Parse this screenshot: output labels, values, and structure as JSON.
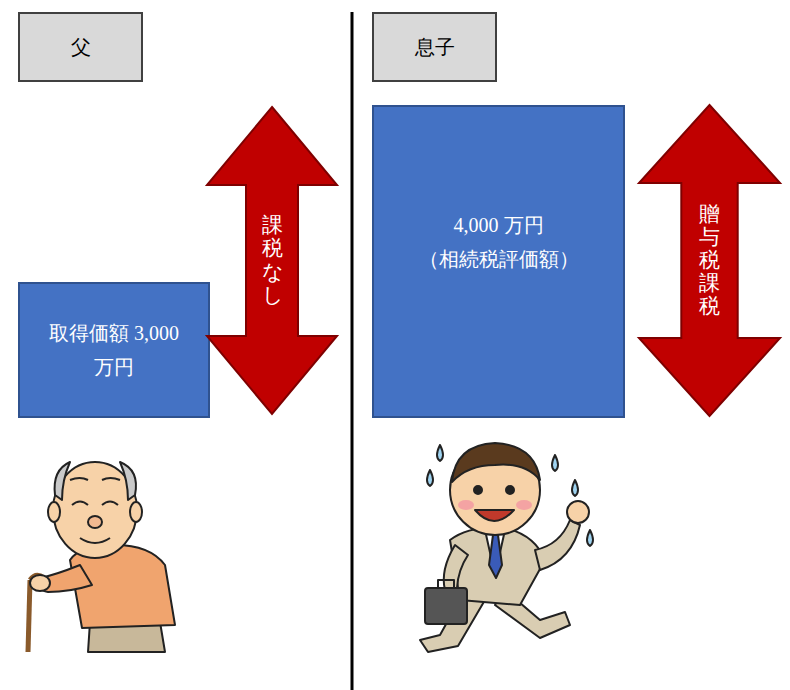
{
  "diagram": {
    "nodes": [
      {
        "text": [
          "父"
        ]
      },
      {
        "text": [
          "取得価額 3,000 万円"
        ]
      },
      {
        "text": [
          "課税なし"
        ]
      },
      {
        "text": [
          "息子"
        ]
      },
      {
        "text": [
          "4,000 万円 （相続税評価額）"
        ]
      },
      {
        "text": [
          "贈与税課税"
        ]
      }
    ]
  }
}
